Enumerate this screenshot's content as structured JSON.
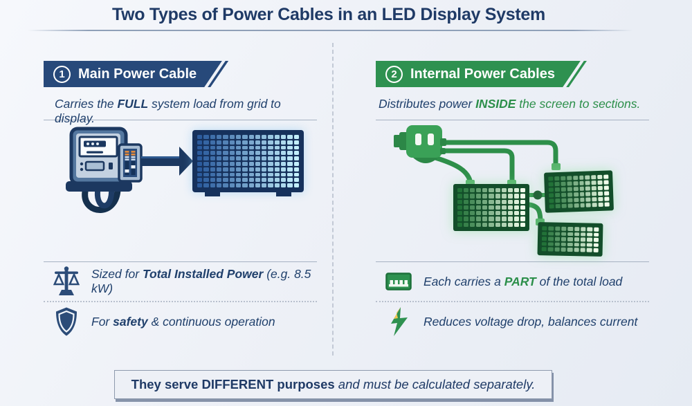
{
  "title": "Two Types of Power Cables in an LED Display System",
  "left": {
    "badge": "1",
    "heading": "Main Power Cable",
    "subtitle": {
      "pre": "Carries the ",
      "bold": "FULL",
      "post": " system load from grid to display."
    },
    "bullets": [
      {
        "icon": "scales-icon",
        "pre": "Sized for ",
        "bold": "Total Installed Power",
        "post": " (e.g. 8.5 kW)"
      },
      {
        "icon": "shield-icon",
        "pre": "For ",
        "bold": "safety",
        "post": " & continuous operation"
      }
    ]
  },
  "right": {
    "badge": "2",
    "heading": "Internal Power Cables",
    "subtitle": {
      "pre": "Distributes power ",
      "bold": "INSIDE",
      "post": " the screen to sections."
    },
    "bullets": [
      {
        "icon": "led-module-icon",
        "pre": "Each carries a ",
        "bold": "PART",
        "post": " of the total load"
      },
      {
        "icon": "lightning-icon",
        "pre": "",
        "bold": "",
        "post": "Reduces voltage drop, balances current"
      }
    ]
  },
  "footer": {
    "bold": "They serve DIFFERENT purposes",
    "italic": " and must be calculated separately."
  },
  "colors": {
    "navy_text": "#1f3a66",
    "navy_banner": "#27497a",
    "green_banner": "#2e9150",
    "green_text": "#2c8f4a",
    "bolt_yellow": "#f0c550",
    "led_blue_dark": "#2b5b9d",
    "led_blue_light": "#c2eefb",
    "led_green_dark": "#227238",
    "led_green_light": "#f0fdea"
  }
}
